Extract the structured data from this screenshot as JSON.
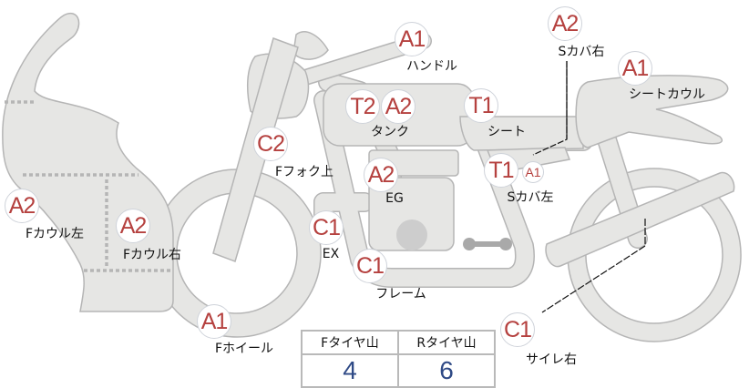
{
  "colors": {
    "part_fill": "#e6e6e4",
    "part_stroke": "#b5b5b5",
    "grade_text": "#b5413f",
    "tire_value": "#2f4a86"
  },
  "parts": [
    {
      "grade": "A1",
      "label": "ハンドル"
    },
    {
      "grade": "A2",
      "label": "Sカバ右"
    },
    {
      "grade": "A1",
      "label": "シートカウル"
    },
    {
      "grades": [
        "T2",
        "A2"
      ],
      "label": "タンク"
    },
    {
      "grade": "T1",
      "label": "シート"
    },
    {
      "grade": "C2",
      "label": "Fフォク上"
    },
    {
      "grade": "A2",
      "label": "EG"
    },
    {
      "grades": [
        "T1",
        "A1"
      ],
      "label": "Sカバ左"
    },
    {
      "grade": "A2",
      "label": "Fカウル左"
    },
    {
      "grade": "A2",
      "label": "Fカウル右"
    },
    {
      "grade": "C1",
      "label": "EX"
    },
    {
      "grade": "C1",
      "label": "フレーム"
    },
    {
      "grade": "C1",
      "label": "サイレ右"
    },
    {
      "grade": "A1",
      "label": "Fホイール"
    }
  ],
  "tires": {
    "front_label": "Fタイヤ山",
    "rear_label": "Rタイヤ山",
    "front_value": "4",
    "rear_value": "6"
  }
}
